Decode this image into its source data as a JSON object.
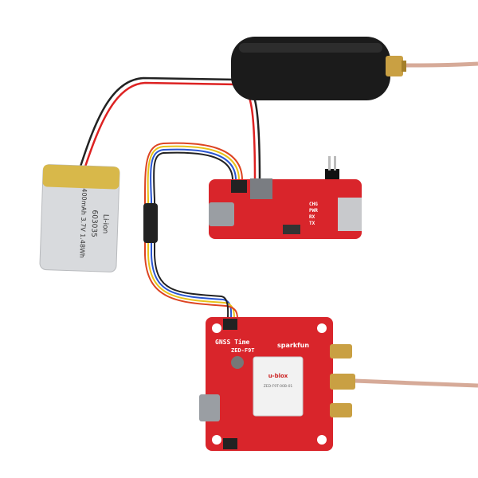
{
  "battery": {
    "label_lines": [
      "Li-ion",
      "603035",
      "400mAh 3.7V 1.48Wh"
    ]
  },
  "controller_board": {
    "labels": [
      "CHG",
      "PWR",
      "RX",
      "TX"
    ]
  },
  "gnss_board": {
    "title": "GNSS Time",
    "model": "ZED-F9T",
    "brand": "sparkfun",
    "module_brand": "u-blox",
    "module_part": "ZED-F9T-00B-01"
  },
  "colors": {
    "pcb_red": "#d9252b",
    "antenna_black": "#1b1b1b",
    "sma_gold": "#c9a043",
    "cable_pink": "#d6aa98",
    "battery_gold": "#d8b84a",
    "battery_silver": "#d8dadd"
  }
}
